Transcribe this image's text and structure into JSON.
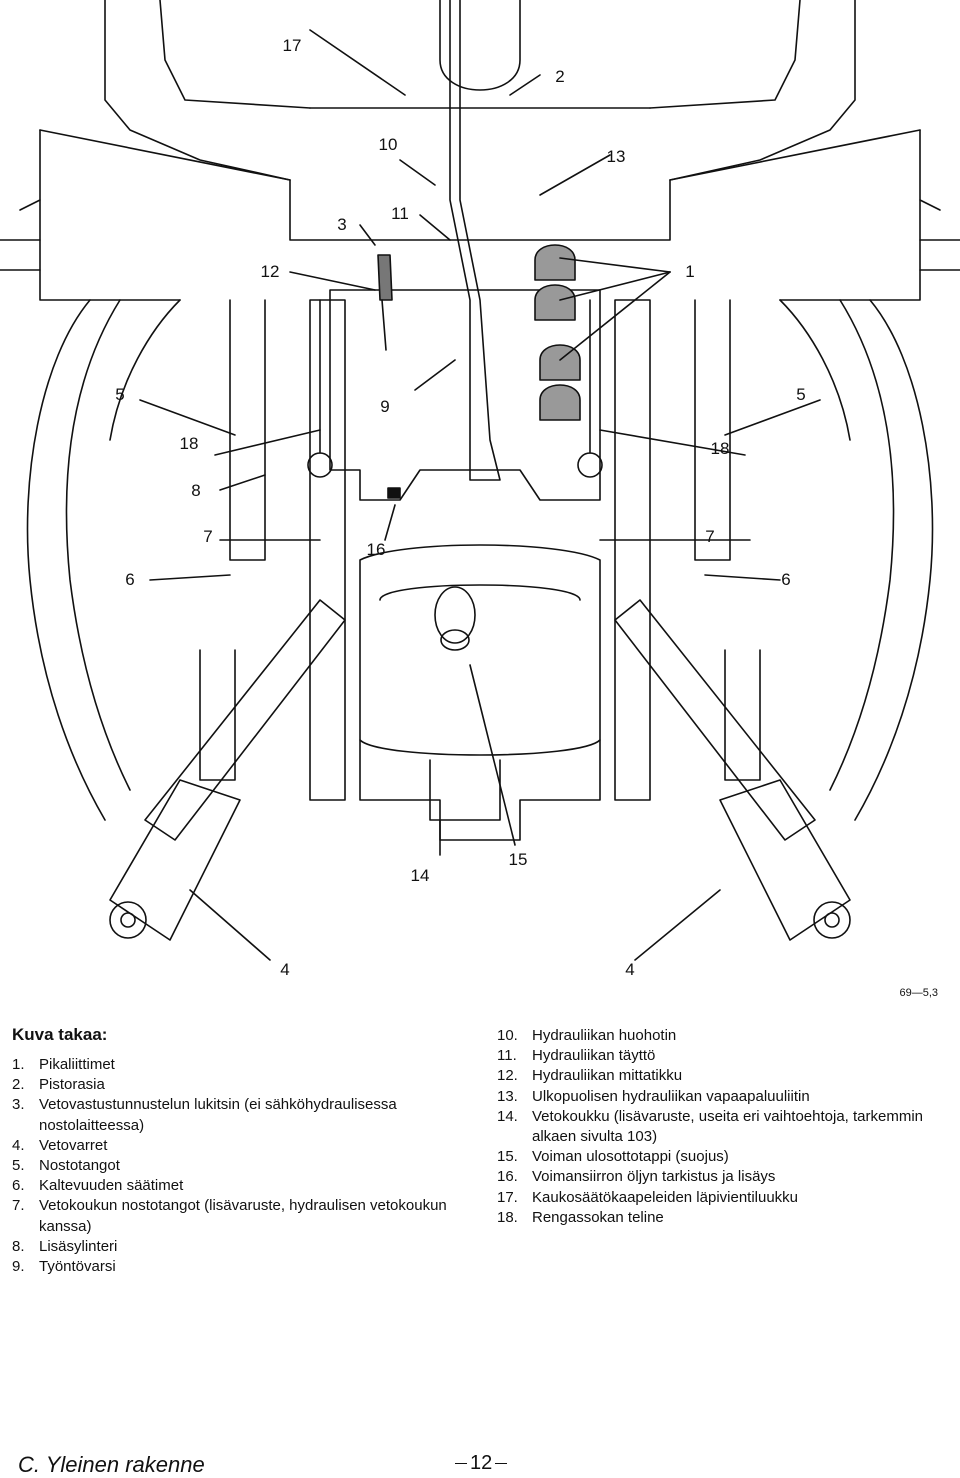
{
  "figure": {
    "callouts": [
      "17",
      "2",
      "10",
      "13",
      "3",
      "11",
      "12",
      "1",
      "5",
      "9",
      "5",
      "18",
      "18",
      "8",
      "7",
      "16",
      "7",
      "6",
      "6",
      "14",
      "15",
      "4",
      "4"
    ],
    "code": "69—5,3"
  },
  "caption": {
    "title": "Kuva takaa:",
    "left_items": [
      {
        "num": "1.",
        "text": "Pikaliittimet"
      },
      {
        "num": "2.",
        "text": "Pistorasia"
      },
      {
        "num": "3.",
        "text": "Vetovastustunnustelun lukitsin (ei sähköhydraulisessa nostolaitteessa)"
      },
      {
        "num": "4.",
        "text": "Vetovarret"
      },
      {
        "num": "5.",
        "text": "Nostotangot"
      },
      {
        "num": "6.",
        "text": "Kaltevuuden säätimet"
      },
      {
        "num": "7.",
        "text": "Vetokoukun nostotangot (lisävaruste, hydraulisen vetokoukun kanssa)"
      },
      {
        "num": "8.",
        "text": "Lisäsylinteri"
      },
      {
        "num": "9.",
        "text": "Työntövarsi"
      }
    ],
    "right_items": [
      {
        "num": "10.",
        "text": "Hydrauliikan huohotin"
      },
      {
        "num": "11.",
        "text": "Hydrauliikan täyttö"
      },
      {
        "num": "12.",
        "text": "Hydrauliikan mittatikku"
      },
      {
        "num": "13.",
        "text": "Ulkopuolisen hydrauliikan vapaapaluuliitin"
      },
      {
        "num": "14.",
        "text": "Vetokoukku (lisävaruste, useita eri vaihtoehtoja, tarkemmin alkaen sivulta 103)"
      },
      {
        "num": "15.",
        "text": "Voiman ulosottotappi (suojus)"
      },
      {
        "num": "16.",
        "text": "Voimansiirron öljyn tarkistus ja lisäys"
      },
      {
        "num": "17.",
        "text": "Kaukosäätökaapeleiden läpivientiluukku"
      },
      {
        "num": "18.",
        "text": "Rengassokan teline"
      }
    ]
  },
  "footer": {
    "section": "C. Yleinen rakenne",
    "page": "12"
  }
}
